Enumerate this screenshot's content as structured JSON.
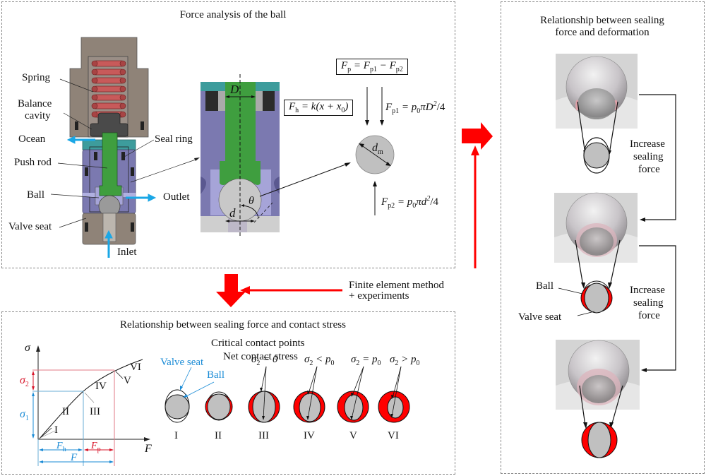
{
  "panels": {
    "force_analysis": {
      "title": "Force analysis of the ball",
      "labels": {
        "spring": "Spring",
        "balance_cavity_1": "Balance",
        "balance_cavity_2": "cavity",
        "ocean": "Ocean",
        "seal_ring": "Seal ring",
        "push_rod": "Push rod",
        "ball": "Ball",
        "outlet": "Outlet",
        "valve_seat": "Valve seat",
        "inlet": "Inlet"
      },
      "dimension_labels": {
        "D": "D",
        "d": "d",
        "theta": "θ",
        "dm_main": "d",
        "dm_sub": "m"
      },
      "equations": {
        "fp": {
          "lhs": "F",
          "lhs_sub": "p",
          "rhs1": "F",
          "rhs1_sub": "p1",
          "op": "−",
          "rhs2": "F",
          "rhs2_sub": "p2"
        },
        "fh": {
          "lhs": "F",
          "lhs_sub": "h",
          "rhs": "k(x + x",
          "rhs_sub": "0",
          "close": ")"
        },
        "fp1": {
          "lhs": "F",
          "lhs_sub": "p1",
          "rhs": "p",
          "rhs_sub": "0",
          "tail": "πD",
          "exp": "2",
          "div": "/4"
        },
        "fp2": {
          "lhs": "F",
          "lhs_sub": "p2",
          "rhs": "p",
          "rhs_sub": "0",
          "tail": "πd",
          "exp": "2",
          "div": "/4"
        }
      }
    },
    "method": {
      "line1": "Finite element method",
      "line2": "+ experiments"
    },
    "contact_stress": {
      "title": "Relationship between sealing force and contact stress",
      "subtitle1": "Critical contact points",
      "subtitle2": "Net contact stress",
      "graph": {
        "y_axis": "σ",
        "x_axis": "F",
        "sigma1": "σ",
        "sigma1_sub": "1",
        "sigma2": "σ",
        "sigma2_sub": "2",
        "fh": "F",
        "fh_sub": "h",
        "fp": "F",
        "fp_sub": "p",
        "f": "F",
        "stages": [
          "I",
          "II",
          "III",
          "IV",
          "V",
          "VI"
        ]
      },
      "legend": {
        "valve_seat": "Valve seat",
        "ball": "Ball"
      },
      "conditions": [
        {
          "label": "σ",
          "sub": "2",
          "rel": " = 0"
        },
        {
          "label": "σ",
          "sub": "2",
          "rel": " < p",
          "rel_sub": "0"
        },
        {
          "label": "σ",
          "sub": "2",
          "rel": " = p",
          "rel_sub": "0"
        },
        {
          "label": "σ",
          "sub": "2",
          "rel": " > p",
          "rel_sub": "0"
        }
      ],
      "states": [
        "I",
        "II",
        "III",
        "IV",
        "V",
        "VI"
      ]
    },
    "deformation": {
      "title_line1": "Relationship between sealing",
      "title_line2": "force and deformation",
      "increase_1": [
        "Increase",
        "sealing",
        "force"
      ],
      "increase_2": [
        "Increase",
        "sealing",
        "force"
      ],
      "ball_label": "Ball",
      "valve_seat_label": "Valve seat"
    }
  },
  "colors": {
    "arrow_red": "#ff0000",
    "flow_blue": "#1aa7e6",
    "push_rod_green": "#3f9e3f",
    "body_purple": "#7b79b0",
    "cap_teal": "#3d9c9c",
    "housing_brown": "#8f8378",
    "spring_red": "#c85a5a",
    "ball_gray": "#c0c0c0",
    "contact_red": "#ff0000",
    "axis_blue": "#1a8bd6",
    "axis_red": "#d8152a"
  }
}
